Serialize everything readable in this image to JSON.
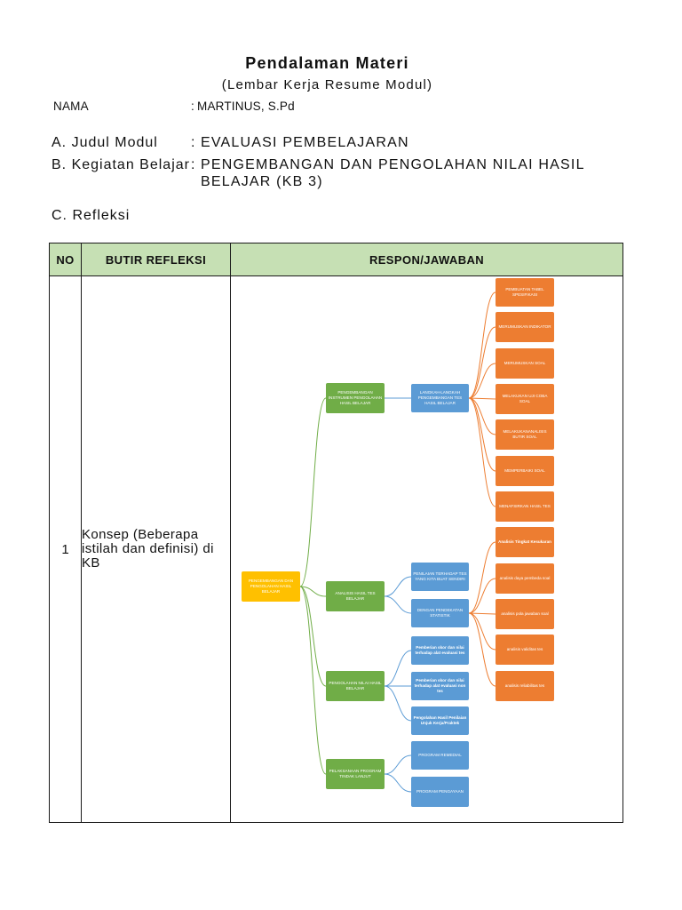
{
  "document": {
    "title": "Pendalaman Materi",
    "subtitle": "(Lembar Kerja Resume Modul)",
    "separator": ":",
    "fields": [
      {
        "label": "NAMA",
        "value": "MARTINUS, S.Pd"
      },
      {
        "label": "A. Judul Modul",
        "value": "EVALUASI PEMBELAJARAN"
      },
      {
        "label": "B. Kegiatan Belajar",
        "value": "PENGEMBANGAN DAN PENGOLAHAN NILAI HASIL BELAJAR (KB 3)"
      }
    ],
    "section_label": "C. Refleksi"
  },
  "table": {
    "headers": {
      "no": "NO",
      "butir": "BUTIR REFLEKSI",
      "respon": "RESPON/JAWABAN"
    },
    "rows": [
      {
        "no": "1",
        "butir": "Konsep (Beberapa istilah dan definisi) di KB",
        "mind_map": {
          "label": "PENGEMBANGAN DAN PENGOLAHAN HASIL BELAJAR",
          "children": [
            {
              "label": "PENGEMBANGAN INSTRUMEN PENGOLAHAN HASIL BELAJAR",
              "children": [
                {
                  "label": "LANGKAH-LANGKAH PENGEMBANGAN TES HASIL BELAJAR",
                  "children": [
                    {
                      "label": "PEMBUATAN TABEL SPESIFIKASI"
                    },
                    {
                      "label": "MERUMUSKAN INDIKATOR"
                    },
                    {
                      "label": "MERUMUSKAN SOAL"
                    },
                    {
                      "label": "MELAKUKAN UJI COBA SOAL"
                    },
                    {
                      "label": "MELAKUKANANALISIS BUTIR SOAL"
                    },
                    {
                      "label": "MEMPERBAIKI SOAL"
                    },
                    {
                      "label": "MENAFSIRKAN HASIL TES"
                    }
                  ]
                }
              ]
            },
            {
              "label": "ANALISIS HASIL TES BELAJAR",
              "children": [
                {
                  "label": "PENILAIAN TERHADAP TES YANG KITA BUAT SENDIRI"
                },
                {
                  "label": "DENGAN PENDEKATAN STATISTIK",
                  "children": [
                    {
                      "label": "Analisis Tingkat Kesukaran"
                    },
                    {
                      "label": "analisis daya pembeda soal"
                    },
                    {
                      "label": "analisis pola jawaban soal"
                    },
                    {
                      "label": "analisis validitas tes"
                    },
                    {
                      "label": "analisis reliabilitas tes"
                    }
                  ]
                }
              ]
            },
            {
              "label": "PENGOLAHAN NILAI HASIL BELAJAR",
              "children": [
                {
                  "label": "Pemberian skor dan nilai terhadap alat evaluasi tes"
                },
                {
                  "label": "Pemberian skor dan nilai terhadap alat evaluasi non tes"
                },
                {
                  "label": "Pengolahan Hasil Penilaian Unjuk Kerja/Praktek"
                }
              ]
            },
            {
              "label": "PELAKSANAAN PROGRAM TINDAK LANJUT",
              "children": [
                {
                  "label": "PROGRAM REMEDIAL"
                },
                {
                  "label": "PROGRAM PENGAYAAN"
                }
              ]
            }
          ]
        }
      }
    ]
  },
  "colors": {
    "header_background": "#C6E0B4",
    "root_node": "#FFC000",
    "level1_node": "#70AD47",
    "level2_node": "#5B9BD5",
    "level3_node": "#ED7D31",
    "table_border": "#1A1A1A"
  }
}
